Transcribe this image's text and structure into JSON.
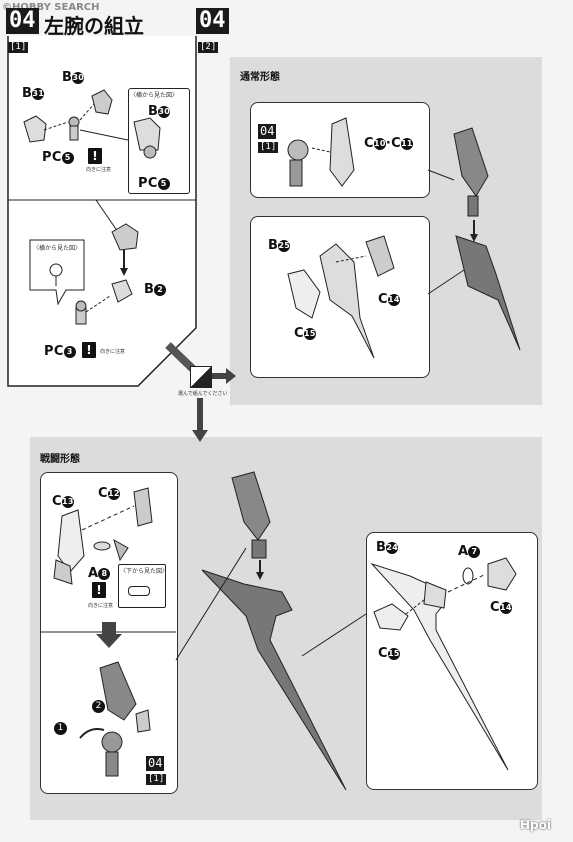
{
  "watermark_top": "©HOBBY SEARCH",
  "watermark_bottom": "Hpoi",
  "step": {
    "number": "04",
    "title": "左腕の組立",
    "sub1": "[1]",
    "sub2": "[2]"
  },
  "sub1_parts": {
    "b30": "B",
    "b30_num": "30",
    "b31": "B",
    "b31_num": "31",
    "pc5": "PC",
    "pc5_num": "5",
    "side_view": "〈横から見た図〉",
    "b30_inset": "B",
    "b30_inset_num": "30",
    "pc5_inset": "PC",
    "pc5_inset_num": "5",
    "orient_note": "向きに注意",
    "b2": "B",
    "b2_num": "2",
    "side_view2": "〈横から見た図〉",
    "pc3": "PC",
    "pc3_num": "3",
    "orient_note2": "向きに注意"
  },
  "choose_note": "選んで組んでください",
  "normal_mode": {
    "title": "通常形態",
    "step_ref": "04",
    "step_ref_sub": "[1]",
    "c10_c11": "C",
    "c10": "10",
    "c11": "11",
    "b25": "B",
    "b25_num": "25",
    "c14": "C",
    "c14_num": "14",
    "c15": "C",
    "c15_num": "15"
  },
  "battle_mode": {
    "title": "戦闘形態",
    "c13": "C",
    "c13_num": "13",
    "c12": "C",
    "c12_num": "12",
    "a8": "A",
    "a8_num": "8",
    "bottom_view": "〈下から見た図〉",
    "orient_note": "向きに注意",
    "arrow1": "1",
    "arrow2": "2",
    "step_ref": "04",
    "step_ref_sub": "[1]",
    "b24": "B",
    "b24_num": "24",
    "a7": "A",
    "a7_num": "7",
    "c14": "C",
    "c14_num": "14",
    "c15": "C",
    "c15_num": "15"
  }
}
